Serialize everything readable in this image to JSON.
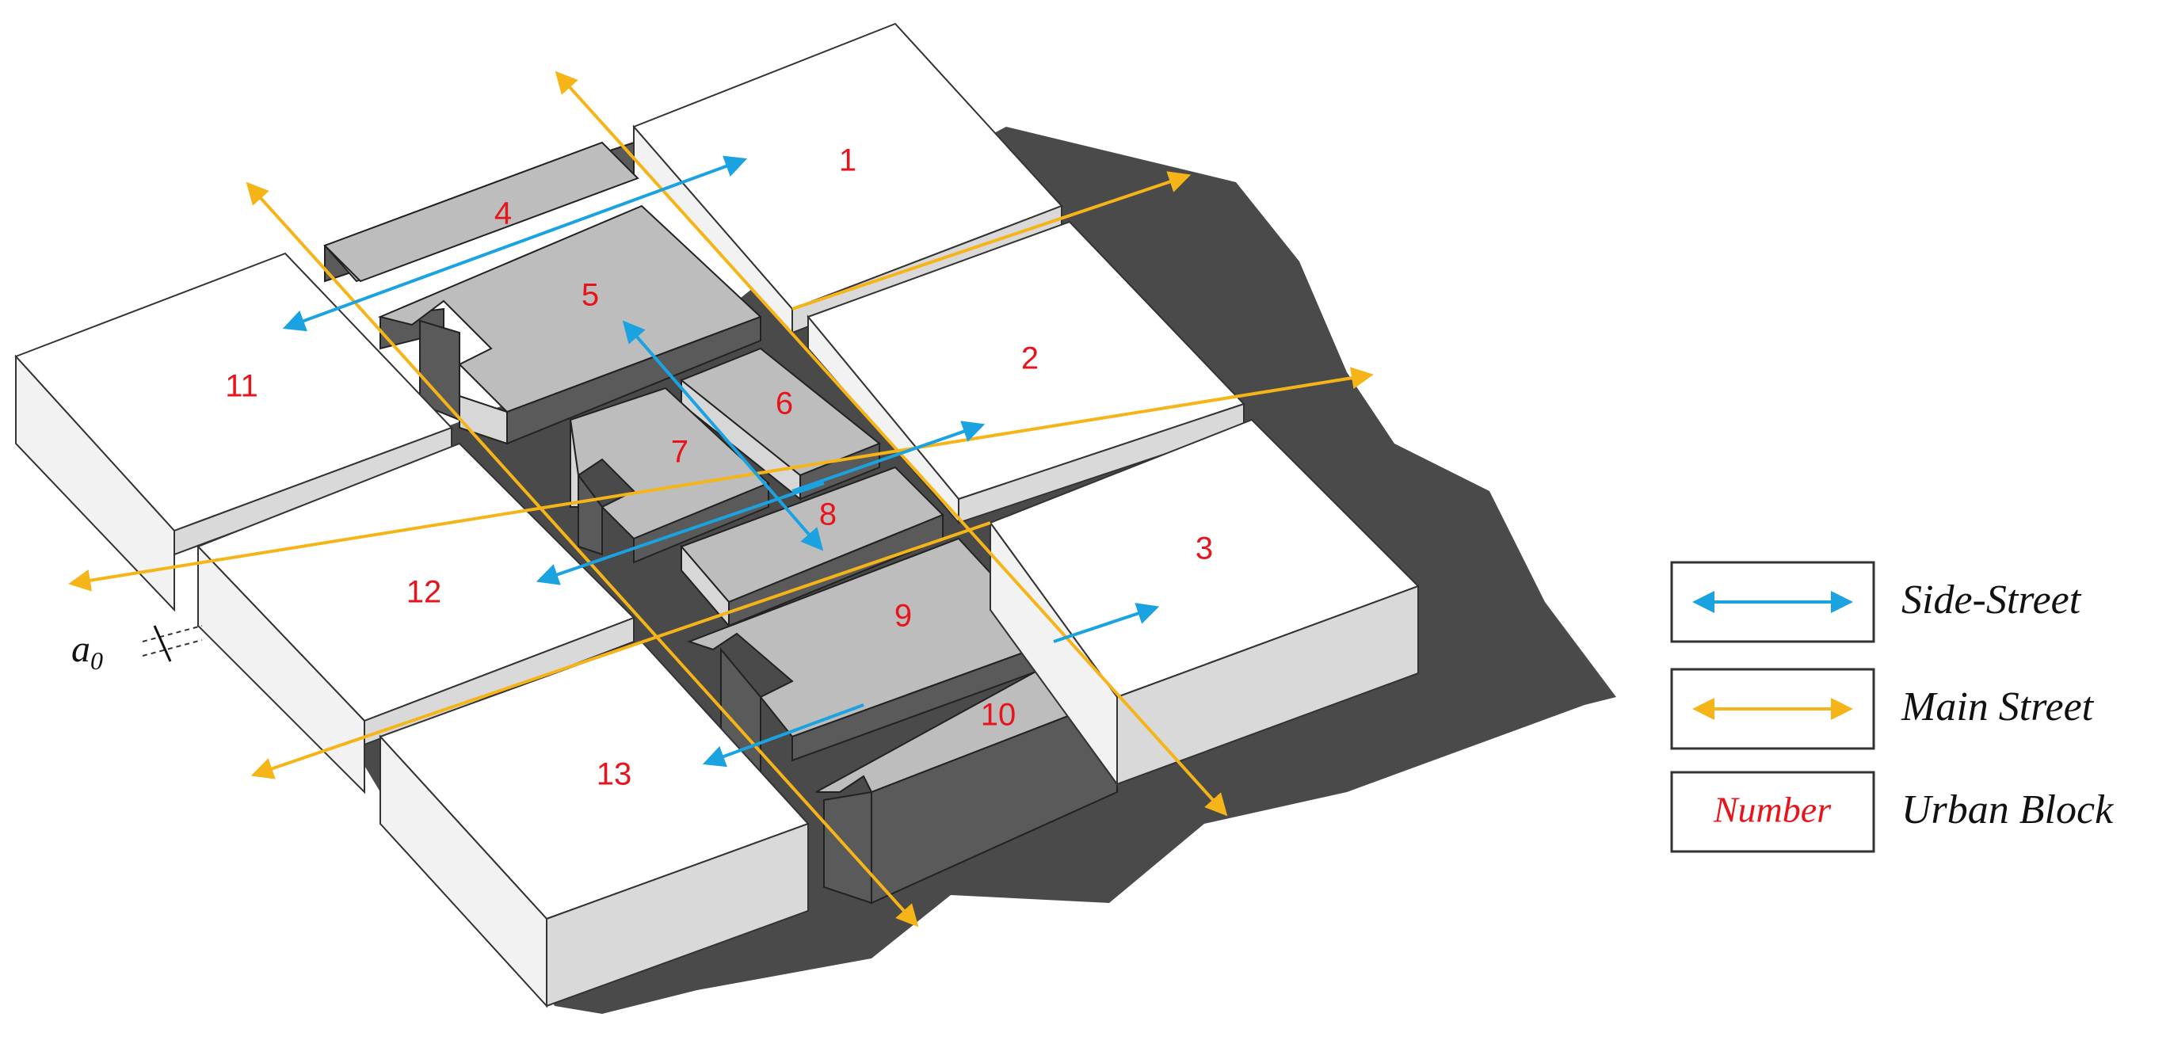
{
  "blocks": [
    {
      "id": "1",
      "label": "1"
    },
    {
      "id": "2",
      "label": "2"
    },
    {
      "id": "3",
      "label": "3"
    },
    {
      "id": "4",
      "label": "4"
    },
    {
      "id": "5",
      "label": "5"
    },
    {
      "id": "6",
      "label": "6"
    },
    {
      "id": "7",
      "label": "7"
    },
    {
      "id": "8",
      "label": "8"
    },
    {
      "id": "9",
      "label": "9"
    },
    {
      "id": "10",
      "label": "10"
    },
    {
      "id": "11",
      "label": "11"
    },
    {
      "id": "12",
      "label": "12"
    },
    {
      "id": "13",
      "label": "13"
    }
  ],
  "dimension_label": {
    "main": "a",
    "subscript": "0"
  },
  "legend": {
    "side_street": "Side-Street",
    "main_street": "Main Street",
    "number_sample": "Number",
    "urban_block": "Urban Block"
  },
  "colors": {
    "side_street": "#1aa3e0",
    "main_street": "#f5b417",
    "block_number": "#e8141b",
    "ground_shadow": "#4a4a4a",
    "white_block": "#ffffff",
    "gray_block": "#bdbdbd"
  }
}
